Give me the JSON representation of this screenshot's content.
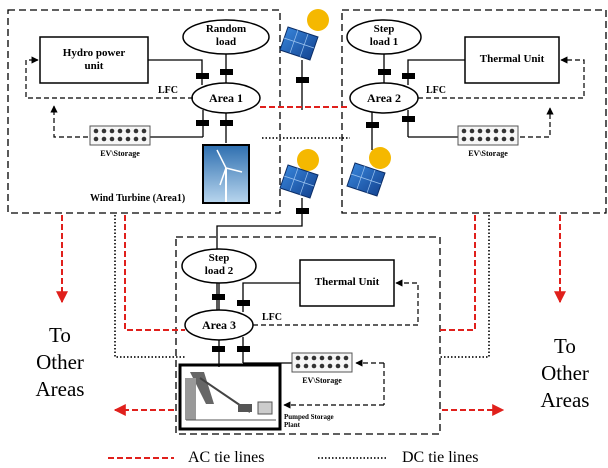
{
  "areas": {
    "area1": {
      "label": "Area 1"
    },
    "area2": {
      "label": "Area 2"
    },
    "area3": {
      "label": "Area 3"
    }
  },
  "loads": {
    "random": {
      "line1": "Random",
      "line2": "load"
    },
    "step1": {
      "line1": "Step",
      "line2": "load 1"
    },
    "step2": {
      "line1": "Step",
      "line2": "load 2"
    }
  },
  "units": {
    "hydro": {
      "line1": "Hydro power",
      "line2": "unit"
    },
    "thermal2": {
      "label": "Thermal Unit"
    },
    "thermal3": {
      "label": "Thermal Unit"
    }
  },
  "lfc_label": "LFC",
  "ev_storage_label": "EV\\Storage",
  "wind_turbine_label": "Wind Turbine (Area1)",
  "pumped_storage": {
    "line1": "Pumped Storage",
    "line2": "Plant"
  },
  "other_areas_left": {
    "line1": "To",
    "line2": "Other",
    "line3": "Areas"
  },
  "other_areas_right": {
    "line1": "To",
    "line2": "Other",
    "line3": "Areas"
  },
  "legend": {
    "ac": "AC tie lines",
    "dc": "DC tie lines"
  },
  "colors": {
    "ac_line": "#e0201c",
    "dc_line": "#333333",
    "panel": "#1e5fbf",
    "sun": "#f5b800"
  }
}
